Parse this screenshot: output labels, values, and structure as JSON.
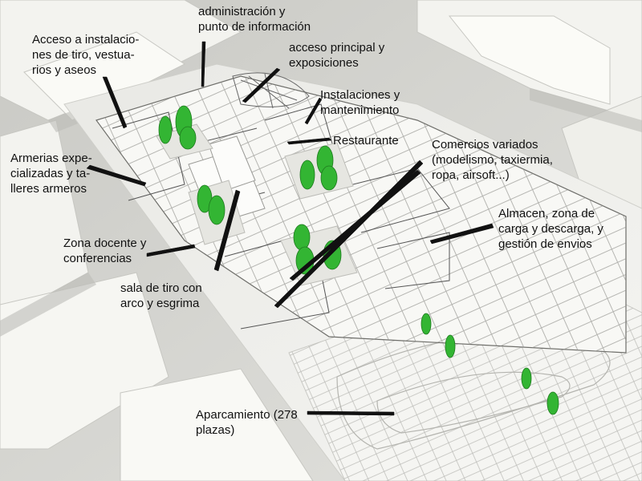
{
  "labels": {
    "administracion": [
      "administración y",
      "punto de información"
    ],
    "acceso_instalaciones": [
      "Acceso a instalacio-",
      "nes de tiro, vestua-",
      "rios y aseos"
    ],
    "acceso_principal": [
      "acceso principal y",
      "exposiciones"
    ],
    "instalaciones": [
      "Instalaciones y",
      "mantenimiento"
    ],
    "restaurante": [
      "Restaurante"
    ],
    "comercios": [
      "Comercios variados",
      "(modelismo, taxiermia,",
      "ropa, airsoft...)"
    ],
    "armerias": [
      "Armerias expe-",
      "cializadas y ta-",
      "lleres armeros"
    ],
    "almacen": [
      "Almacen, zona de",
      "carga y descarga, y",
      "gestión de envios"
    ],
    "zona_docente": [
      "Zona docente y",
      "conferencias"
    ],
    "sala_tiro": [
      "sala de tiro con",
      "arco y esgrima"
    ],
    "aparcamiento": [
      "Aparcamiento (278",
      "plazas)"
    ]
  },
  "colors": {
    "background": "#d8d8d4",
    "model_white": "#f2f2ee",
    "tree_green": "#33b533",
    "line_black": "#111111"
  }
}
